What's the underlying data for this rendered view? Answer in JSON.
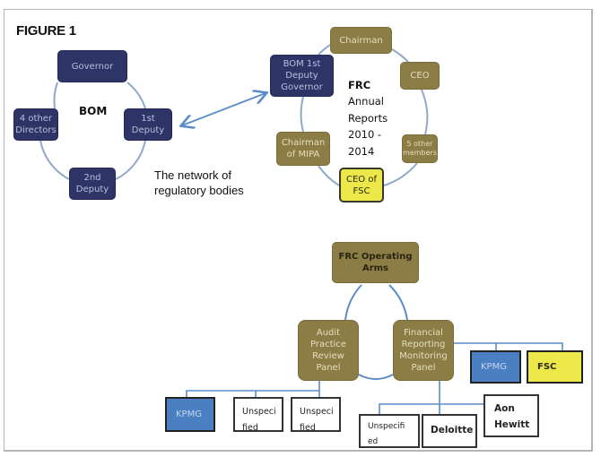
{
  "figure_title": "FIGURE 1",
  "network_caption": [
    "The network of",
    "regulatory bodies"
  ],
  "bom_cluster": {
    "center_label": "BOM",
    "nodes": [
      {
        "id": "governor",
        "label": "Governor"
      },
      {
        "id": "first-deputy",
        "label": "1st\nDeputy"
      },
      {
        "id": "second-deputy",
        "label": "2nd\nDeputy"
      },
      {
        "id": "other-directors",
        "label": "4 other\nDirectors"
      }
    ]
  },
  "frc_cluster": {
    "center_label": {
      "title": "FRC",
      "lines": [
        "Annual",
        "Reports",
        "2010 -",
        "2014"
      ]
    },
    "nodes": [
      {
        "id": "bom-1st-deputy-governor",
        "label": "BOM 1st\nDeputy\nGovernor"
      },
      {
        "id": "chairman",
        "label": "Chairman"
      },
      {
        "id": "ceo",
        "label": "CEO"
      },
      {
        "id": "five-other-members",
        "label": "5 other\nmembers"
      },
      {
        "id": "ceo-of-fsc",
        "label": "CEO of\nFSC"
      },
      {
        "id": "chairman-of-mipa",
        "label": "Chairman\nof MIPA"
      }
    ]
  },
  "operating_arms": {
    "root": {
      "label": "FRC Operating\nArms"
    },
    "audit_panel": {
      "label": "Audit\nPractice\nReview\nPanel",
      "children": [
        "KPMG",
        "Unspeci\nfied",
        "Unspeci\nfied"
      ]
    },
    "financial_panel": {
      "label": "Financial\nReporting\nMonitoring\nPanel",
      "children_right": [
        "KPMG",
        "FSC"
      ],
      "children_below": [
        "Unspecifi\ned",
        "Deloitte",
        "Aon\nHewitt"
      ]
    }
  },
  "colors": {
    "navy": "#2e3566",
    "olive": "#8b7d45",
    "yellow": "#ece84a",
    "blue": "#4a7fc1",
    "connector": "#7fa3cb"
  }
}
